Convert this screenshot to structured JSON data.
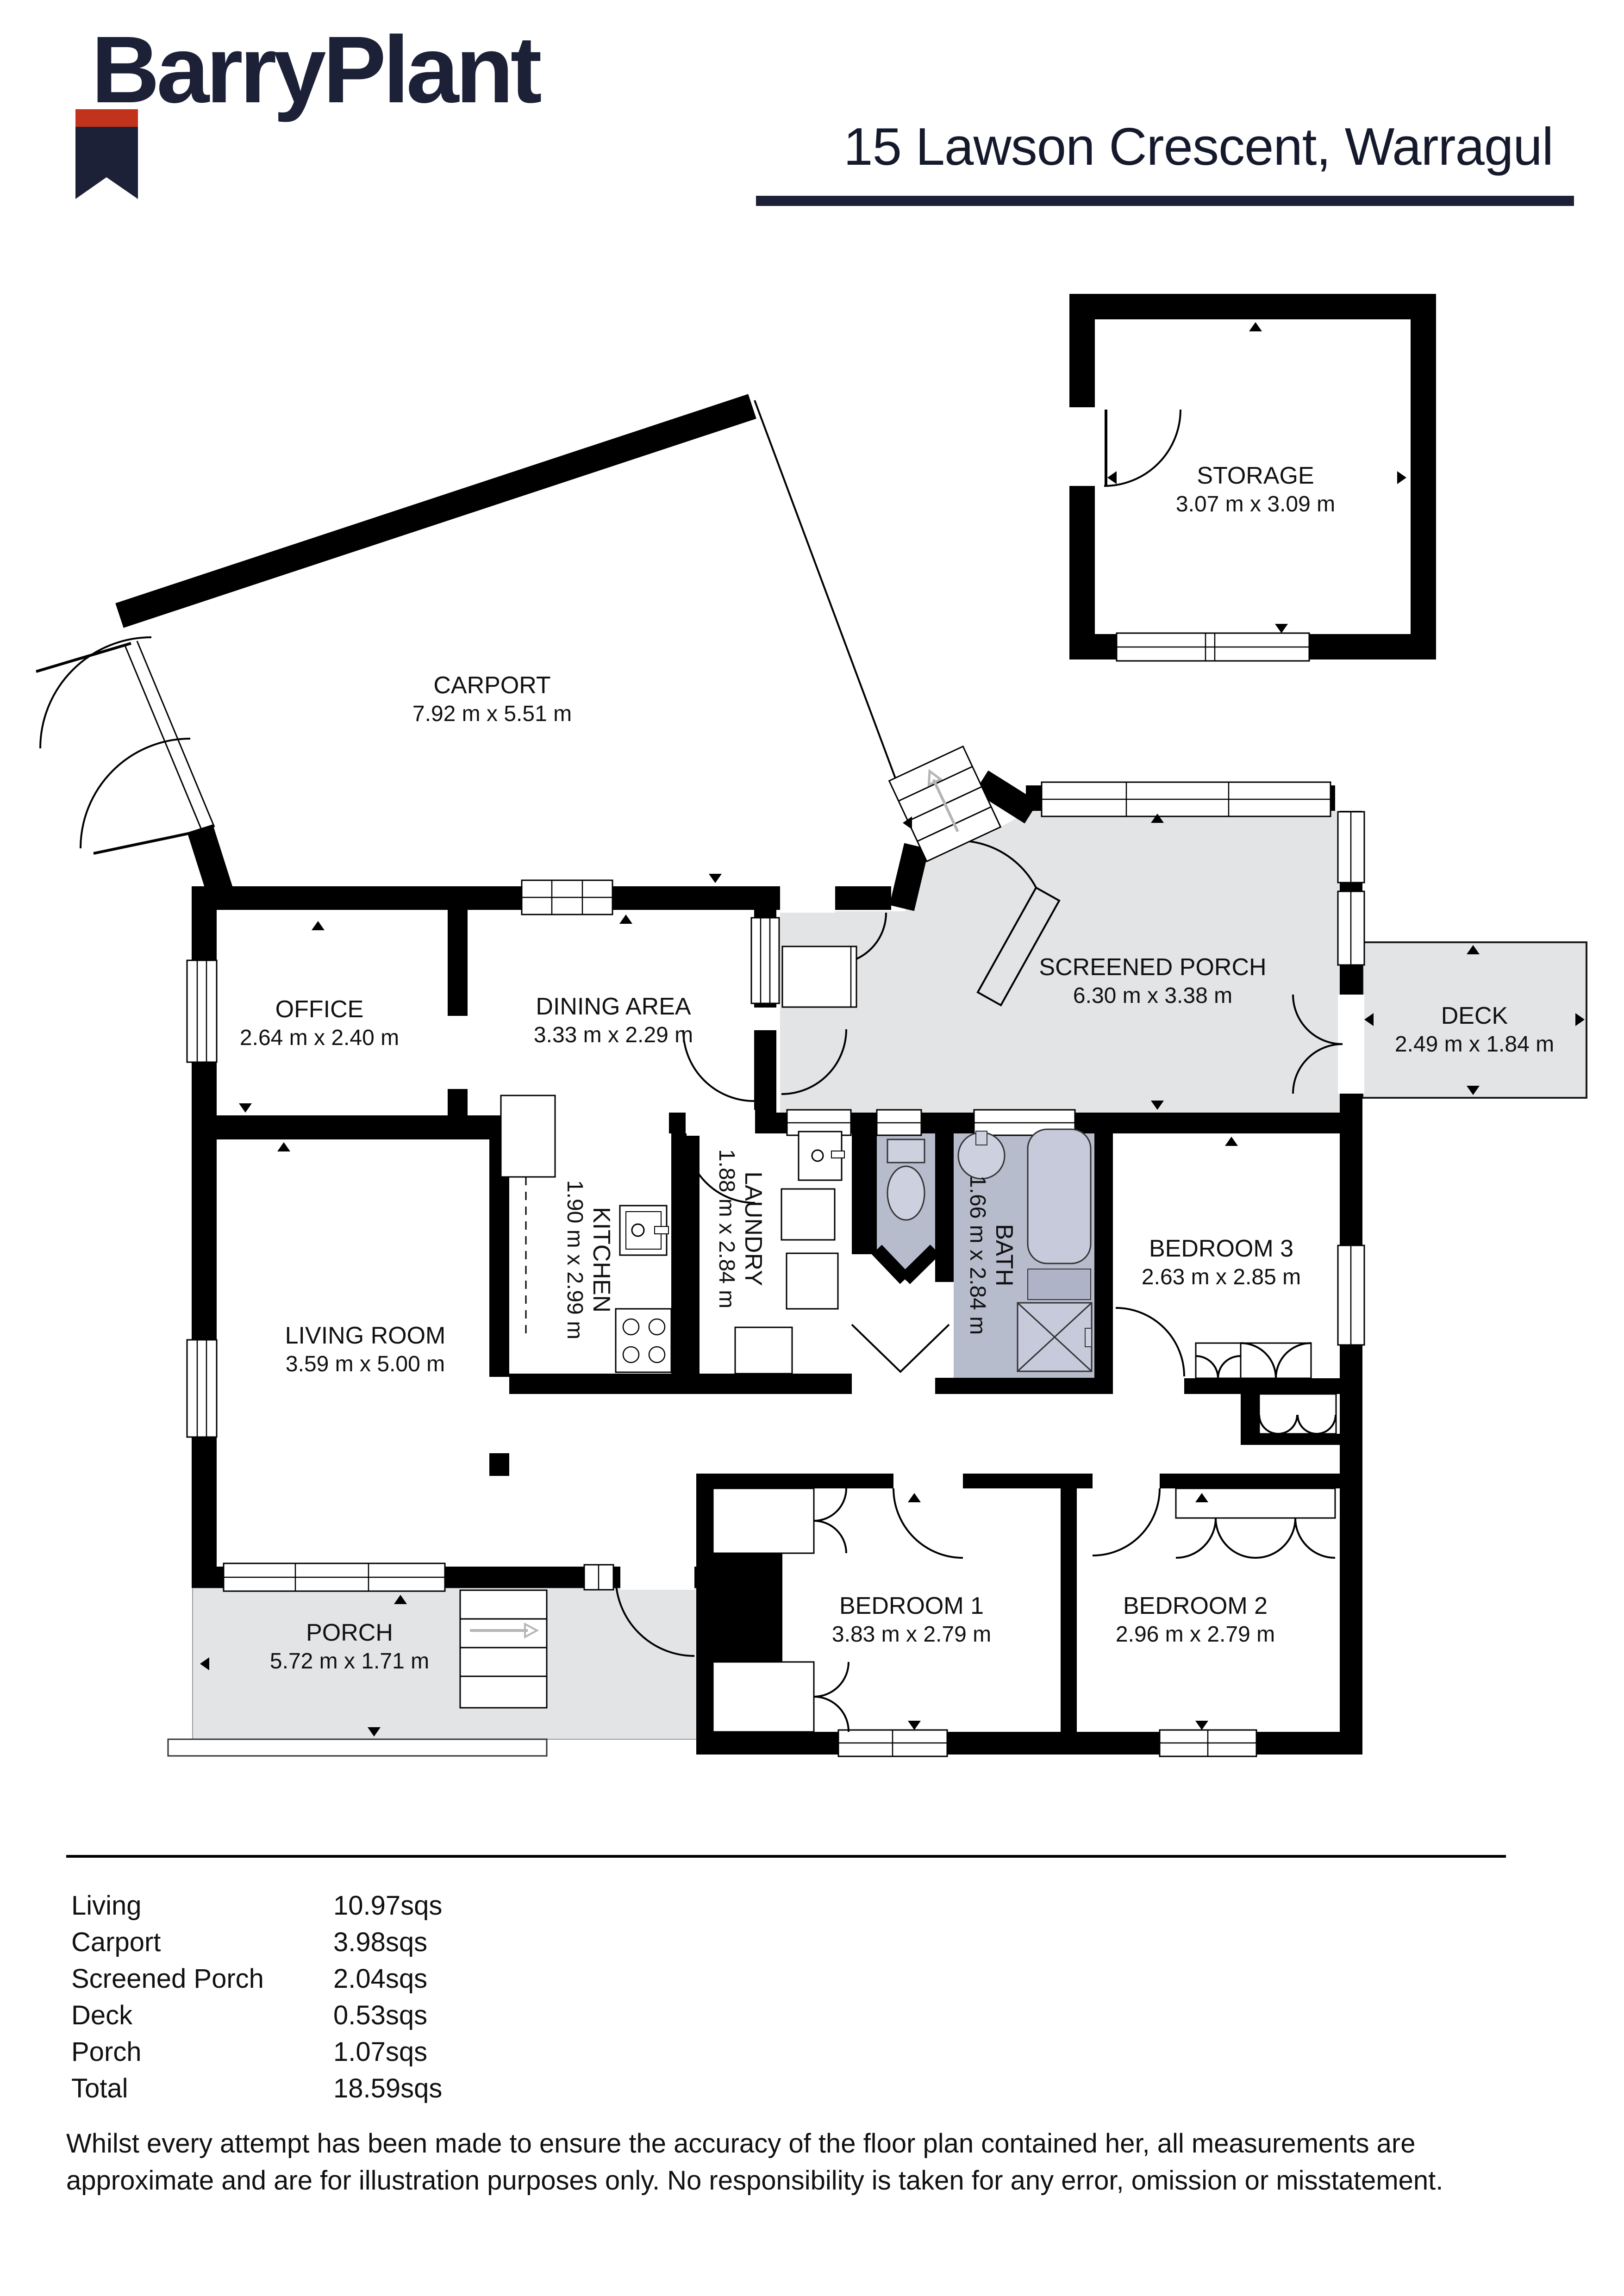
{
  "header": {
    "brand": "BarryPlant",
    "title": "15 Lawson Crescent, Warragul",
    "brand_navy": "#1d2137",
    "brand_red": "#c2331e"
  },
  "plan": {
    "fill_porch_gray": "#e3e4e6",
    "fill_wet_blue": "#b7bccd",
    "rooms": [
      {
        "name": "STORAGE",
        "dims": "3.07 m x 3.09 m"
      },
      {
        "name": "CARPORT",
        "dims": "7.92 m x 5.51 m"
      },
      {
        "name": "OFFICE",
        "dims": "2.64 m x 2.40 m"
      },
      {
        "name": "DINING AREA",
        "dims": "3.33 m x 2.29 m"
      },
      {
        "name": "SCREENED PORCH",
        "dims": "6.30 m x 3.38 m"
      },
      {
        "name": "DECK",
        "dims": "2.49 m x 1.84 m"
      },
      {
        "name": "KITCHEN",
        "dims": "1.90 m x 2.99 m"
      },
      {
        "name": "LAUNDRY",
        "dims": "1.88 m x 2.84 m"
      },
      {
        "name": "BATH",
        "dims": "1.66 m x 2.84 m"
      },
      {
        "name": "BEDROOM 3",
        "dims": "2.63 m x 2.85 m"
      },
      {
        "name": "LIVING ROOM",
        "dims": "3.59 m x 5.00 m"
      },
      {
        "name": "BEDROOM 1",
        "dims": "3.83 m x 2.79 m"
      },
      {
        "name": "BEDROOM 2",
        "dims": "2.96 m x 2.79 m"
      },
      {
        "name": "PORCH",
        "dims": "5.72 m x 1.71 m"
      }
    ]
  },
  "areas": {
    "rows": [
      {
        "label": "Living",
        "value": "10.97sqs"
      },
      {
        "label": "Carport",
        "value": "3.98sqs"
      },
      {
        "label": "Screened Porch",
        "value": "2.04sqs"
      },
      {
        "label": "Deck",
        "value": "0.53sqs"
      },
      {
        "label": "Porch",
        "value": "1.07sqs"
      },
      {
        "label": "Total",
        "value": "18.59sqs"
      }
    ]
  },
  "disclaimer": "Whilst every attempt has been made to ensure the accuracy of the floor plan contained her, all measurements are approximate and are for illustration purposes only. No responsibility is taken for any error, omission or misstatement."
}
